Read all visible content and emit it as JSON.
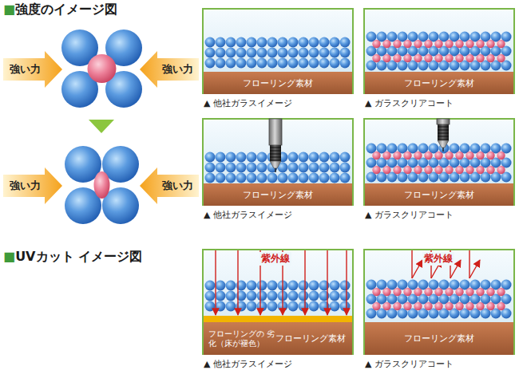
{
  "diagram": {
    "title": "■強度のイメージ図",
    "nodes": [
      {
        "text": [
          "強い力"
        ]
      },
      {
        "text": [
          "強い力"
        ]
      },
      {
        "text": [
          "強い力"
        ]
      },
      {
        "text": [
          "強い力"
        ]
      },
      {
        "text": [
          "▲ 他社ガラスイメージ"
        ]
      },
      {
        "text": [
          "フローリング素材"
        ],
        "in": 4
      },
      {
        "text": [
          "▲ ガラスクリアコート"
        ]
      },
      {
        "text": [
          "フローリング素材"
        ],
        "in": 6
      },
      {
        "text": [
          "▲ 他社ガラスイメージ"
        ]
      },
      {
        "text": [
          "フローリング素材"
        ],
        "in": 8
      },
      {
        "text": [
          "▲ ガラスクリアコート"
        ]
      },
      {
        "text": [
          "フローリング素材"
        ],
        "in": 10
      },
      {
        "text": [
          "▲ 他社ガラスイメージ",
          "紫外線"
        ]
      },
      {
        "text": [
          "フローリングの 劣化（床が褪色）",
          "フローリング素材"
        ],
        "in": 12
      },
      {
        "text": [
          "▲ ガラスクリアコート",
          "紫外線"
        ]
      },
      {
        "text": [
          "フローリング素材"
        ],
        "in": 14
      }
    ],
    "labels": [
      "■UVカット イメージ図"
    ]
  }
}
